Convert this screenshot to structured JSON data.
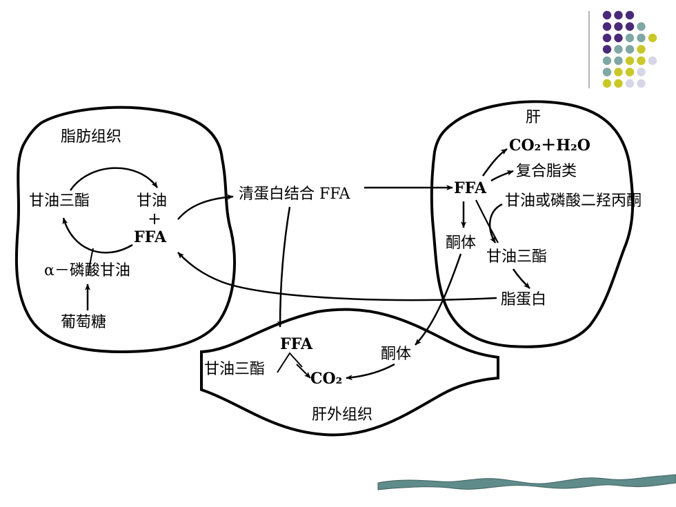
{
  "colors": {
    "ink": "#000000",
    "dot_purple": "#4a2a78",
    "dot_teal": "#7fa7a3",
    "dot_olive": "#c8c82a",
    "dot_lavender": "#d6d6e6",
    "wave_teal": "#5f8c8a"
  },
  "decor": {
    "dot_grid": [
      [
        "purple",
        "purple",
        "purple",
        "",
        "",
        ""
      ],
      [
        "purple",
        "purple",
        "purple",
        "teal",
        "",
        ""
      ],
      [
        "purple",
        "purple",
        "teal",
        "teal",
        "olive",
        ""
      ],
      [
        "purple",
        "teal",
        "teal",
        "olive",
        "",
        ""
      ],
      [
        "teal",
        "teal",
        "olive",
        "olive",
        "lavender",
        ""
      ],
      [
        "teal",
        "olive",
        "olive",
        "lavender",
        "",
        ""
      ],
      [
        "olive",
        "olive",
        "lavender",
        "lavender",
        "",
        ""
      ]
    ]
  },
  "adipose": {
    "title": "脂肪组织",
    "tg": "甘油三酯",
    "glycerol": "甘油",
    "plus": "+",
    "ffa": "FFA",
    "alpha_gp_alpha": "α",
    "alpha_gp": "－磷酸甘油",
    "glucose": "葡萄糖"
  },
  "blood": {
    "albumin_ffa": "清蛋白结合 FFA"
  },
  "liver": {
    "title": "肝",
    "co2_h2o": "CO₂＋H₂O",
    "complex_lipids": "复合脂类",
    "ffa": "FFA",
    "glycerol_dhap": "甘油或磷酸二羟丙酮",
    "ketone": "酮体",
    "tg": "甘油三酯",
    "lipoprotein": "脂蛋白"
  },
  "extrahepatic": {
    "title": "肝外组织",
    "ffa": "FFA",
    "tg": "甘油三酯",
    "co2": "CO₂",
    "ketone": "酮体"
  }
}
